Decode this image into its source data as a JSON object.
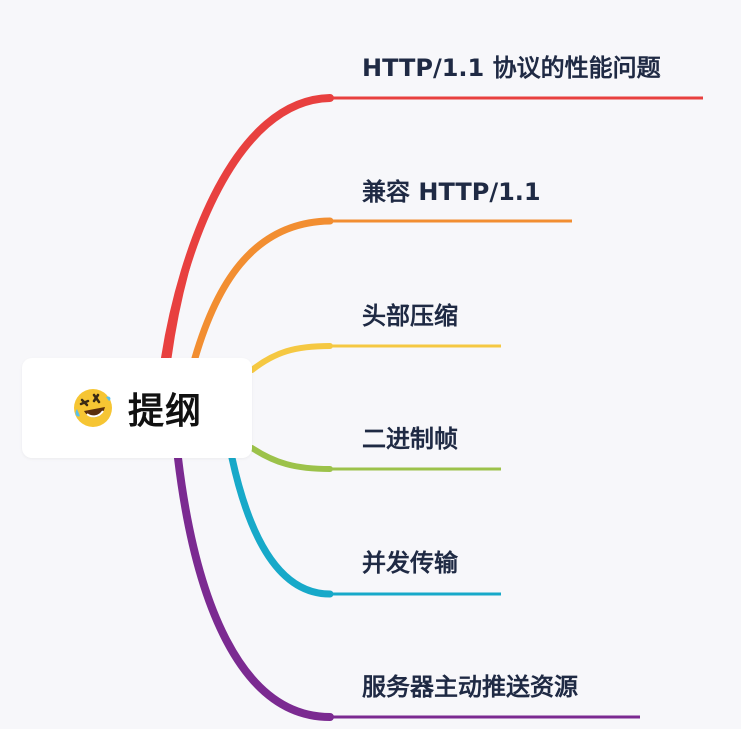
{
  "root": {
    "title": "提纲",
    "emoji": "rolling-on-floor-laughing-emoji"
  },
  "branches": [
    {
      "label": "HTTP/1.1 协议的性能问题",
      "color": "#e8403f"
    },
    {
      "label": "兼容 HTTP/1.1",
      "color": "#f28e31"
    },
    {
      "label": "头部压缩",
      "color": "#f5c842"
    },
    {
      "label": "二进制帧",
      "color": "#9cc24a"
    },
    {
      "label": "并发传输",
      "color": "#17a9c9"
    },
    {
      "label": "服务器主动推送资源",
      "color": "#7b2a91"
    }
  ]
}
